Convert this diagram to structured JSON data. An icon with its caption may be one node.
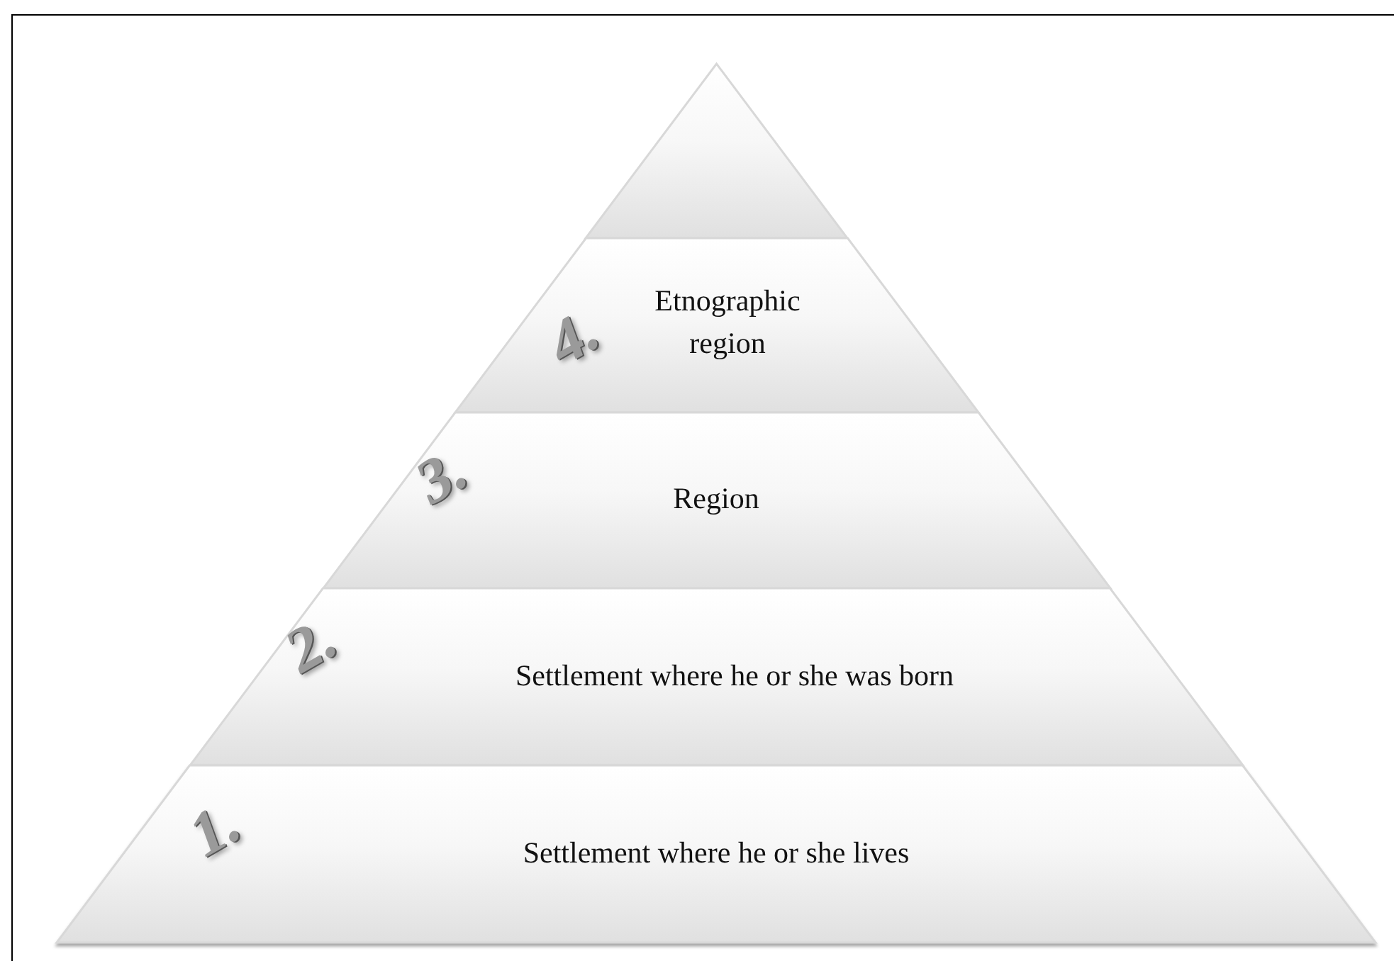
{
  "diagram": {
    "nodes": [
      {
        "text": [],
        "shape": "triangle"
      },
      {
        "text": [
          "4.",
          "Etnographic region"
        ]
      },
      {
        "text": [
          "3.",
          "Region"
        ]
      },
      {
        "text": [
          "2.",
          "Settlement where he or she was born"
        ]
      },
      {
        "text": [
          "1.",
          "Settlement where he or she lives"
        ]
      }
    ]
  }
}
